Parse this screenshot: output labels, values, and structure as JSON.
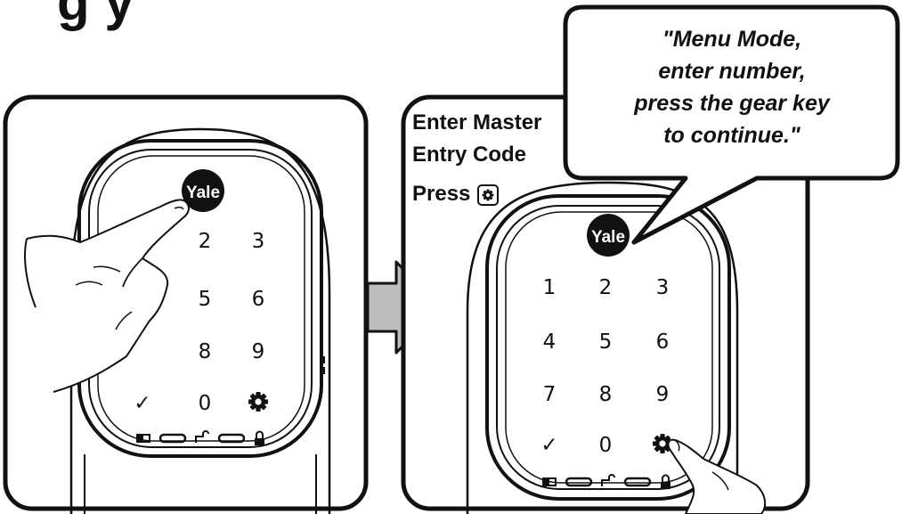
{
  "header": {
    "partial_title": "g     y"
  },
  "brand": {
    "logo_text": "Yale"
  },
  "left_panel": {
    "keys": [
      "2",
      "3",
      "5",
      "6",
      "8",
      "9",
      "✓",
      "0"
    ]
  },
  "right_panel": {
    "instruction_lines": [
      "Enter Master",
      "Entry Code",
      "Press"
    ],
    "keys": [
      "1",
      "2",
      "3",
      "4",
      "5",
      "6",
      "7",
      "8",
      "9",
      "✓",
      "0"
    ]
  },
  "speech_bubble": {
    "lines": [
      "\"Menu Mode,",
      "enter number,",
      "press the gear key",
      "to continue.\""
    ]
  }
}
